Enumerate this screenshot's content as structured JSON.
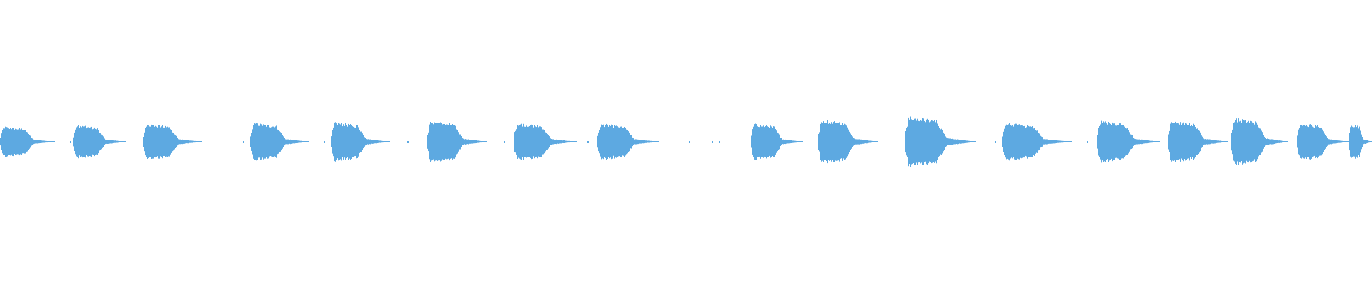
{
  "waveform": {
    "color": "#5DA9E1",
    "background": "#FFFFFF",
    "segments": [
      {
        "start": 0.0,
        "end": 0.04,
        "amp": 0.22
      },
      {
        "start": 0.053,
        "end": 0.092,
        "amp": 0.24
      },
      {
        "start": 0.104,
        "end": 0.147,
        "amp": 0.26
      },
      {
        "start": 0.182,
        "end": 0.225,
        "amp": 0.27
      },
      {
        "start": 0.241,
        "end": 0.284,
        "amp": 0.28
      },
      {
        "start": 0.311,
        "end": 0.355,
        "amp": 0.3
      },
      {
        "start": 0.374,
        "end": 0.42,
        "amp": 0.27
      },
      {
        "start": 0.435,
        "end": 0.48,
        "amp": 0.26
      },
      {
        "start": 0.547,
        "end": 0.585,
        "amp": 0.26
      },
      {
        "start": 0.596,
        "end": 0.64,
        "amp": 0.32
      },
      {
        "start": 0.659,
        "end": 0.711,
        "amp": 0.36
      },
      {
        "start": 0.73,
        "end": 0.781,
        "amp": 0.27
      },
      {
        "start": 0.799,
        "end": 0.845,
        "amp": 0.3
      },
      {
        "start": 0.851,
        "end": 0.895,
        "amp": 0.3
      },
      {
        "start": 0.897,
        "end": 0.939,
        "amp": 0.34
      },
      {
        "start": 0.945,
        "end": 0.983,
        "amp": 0.27
      },
      {
        "start": 0.983,
        "end": 1.0,
        "amp": 0.26
      }
    ],
    "specks": [
      0.051,
      0.177,
      0.236,
      0.297,
      0.367,
      0.428,
      0.502,
      0.519,
      0.524,
      0.725,
      0.792
    ]
  }
}
